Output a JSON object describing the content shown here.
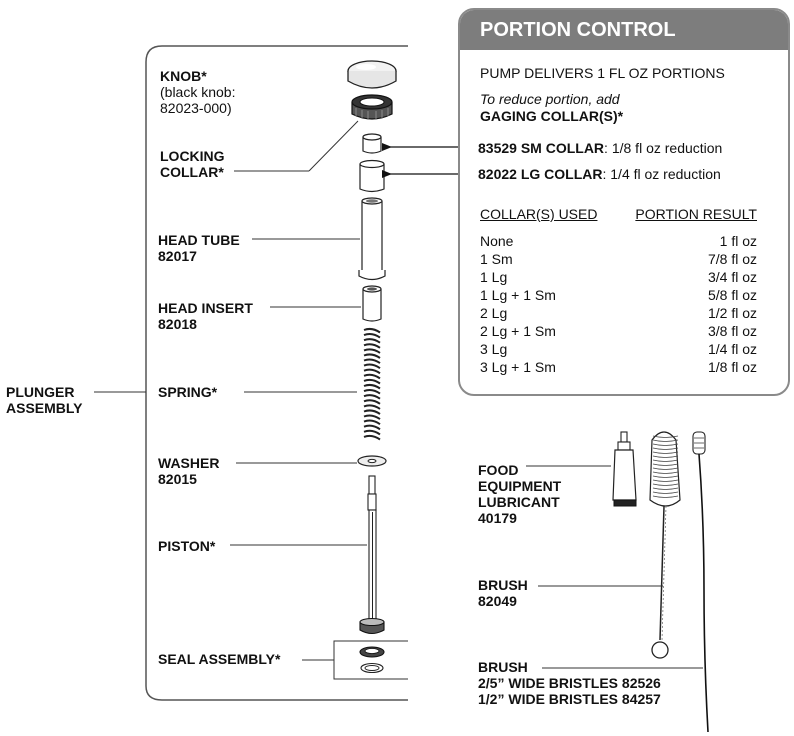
{
  "assembly_label": "PLUNGER\nASSEMBLY",
  "parts": {
    "knob": {
      "title": "KNOB*",
      "note_line1": "(black knob:",
      "note_line2": "82023-000)"
    },
    "locking_collar": {
      "line1": "LOCKING",
      "line2": "COLLAR*"
    },
    "head_tube": {
      "title": "HEAD TUBE",
      "number": "82017"
    },
    "head_insert": {
      "title": "HEAD INSERT",
      "number": "82018"
    },
    "spring": {
      "title": "SPRING*"
    },
    "washer": {
      "title": "WASHER",
      "number": "82015"
    },
    "piston": {
      "title": "PISTON*"
    },
    "seal_assembly": {
      "title": "SEAL ASSEMBLY*"
    },
    "lubricant": {
      "line1": "FOOD",
      "line2": "EQUIPMENT",
      "line3": "LUBRICANT",
      "number": "40179"
    },
    "brush": {
      "title": "BRUSH",
      "number": "82049"
    },
    "brush_wide": {
      "title": "BRUSH",
      "line2": "2/5” WIDE BRISTLES 82526",
      "line3": "1/2” WIDE BRISTLES 84257"
    }
  },
  "portion_control": {
    "title": "PORTION CONTROL",
    "delivers": "PUMP DELIVERS 1 FL OZ PORTIONS",
    "reduce_note": "To reduce portion, add",
    "gaging": "GAGING COLLAR(S)*",
    "sm_collar_name": "83529 SM COLLAR",
    "sm_collar_desc": ": 1/8 fl oz reduction",
    "lg_collar_name": "82022 LG COLLAR",
    "lg_collar_desc": ": 1/4 fl oz reduction",
    "table_headers": [
      "COLLAR(S) USED",
      "PORTION RESULT"
    ],
    "table_rows": [
      [
        "None",
        "1 fl oz"
      ],
      [
        "1 Sm",
        "7/8 fl oz"
      ],
      [
        "1 Lg",
        "3/4 fl oz"
      ],
      [
        "1 Lg + 1 Sm",
        "5/8 fl oz"
      ],
      [
        "2 Lg",
        "1/2 fl oz"
      ],
      [
        "2 Lg + 1 Sm",
        "3/8 fl oz"
      ],
      [
        "3 Lg",
        "1/4 fl oz"
      ],
      [
        "3 Lg + 1 Sm",
        "1/8 fl oz"
      ]
    ]
  }
}
